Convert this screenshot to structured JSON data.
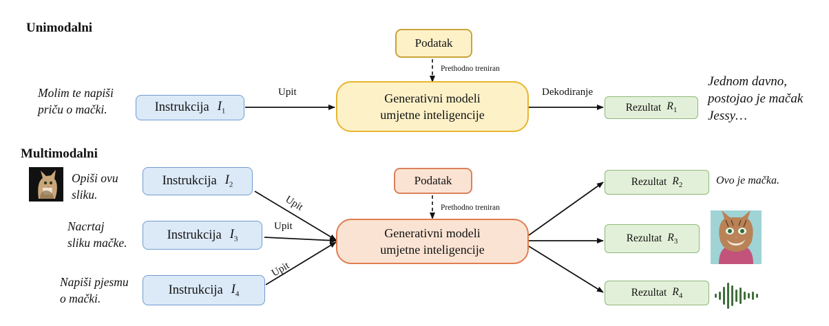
{
  "uni": {
    "title": "Unimodalni",
    "prompt_lines": [
      "Molim te napiši",
      "priču o mački."
    ],
    "instruction": {
      "label": "Instrukcija",
      "symbol": "I",
      "index": "1"
    },
    "query_label": "Upit",
    "data_label": "Podatak",
    "pretrained_label": "Prethodno treniran",
    "model_lines": [
      "Generativni modeli",
      "umjetne inteligencije"
    ],
    "decode_label": "Dekodiranje",
    "result": {
      "label": "Rezultat",
      "symbol": "R",
      "index": "1"
    },
    "output_lines": [
      "Jednom davno,",
      "postojao je mačak",
      "Jessy…"
    ]
  },
  "multi": {
    "title": "Multimodalni",
    "prompts": [
      {
        "lines": [
          "Opiši ovu",
          "sliku."
        ]
      },
      {
        "lines": [
          "Nacrtaj",
          "sliku mačke."
        ]
      },
      {
        "lines": [
          "Napiši pjesmu",
          "o mački."
        ]
      }
    ],
    "instructions": [
      {
        "label": "Instrukcija",
        "symbol": "I",
        "index": "2"
      },
      {
        "label": "Instrukcija",
        "symbol": "I",
        "index": "3"
      },
      {
        "label": "Instrukcija",
        "symbol": "I",
        "index": "4"
      }
    ],
    "query_labels": [
      "Upit",
      "Upit",
      "Upit"
    ],
    "data_label": "Podatak",
    "pretrained_label": "Prethodno treniran",
    "model_lines": [
      "Generativni modeli",
      "umjetne inteligencije"
    ],
    "results": [
      {
        "label": "Rezultat",
        "symbol": "R",
        "index": "2"
      },
      {
        "label": "Rezultat",
        "symbol": "R",
        "index": "3"
      },
      {
        "label": "Rezultat",
        "symbol": "R",
        "index": "4"
      }
    ],
    "output_text": "Ovo je mačka."
  },
  "icons": {
    "input_image": "cat-photo-icon",
    "output_image": "cat-illustration-icon",
    "output_audio": "audio-waveform-icon"
  },
  "colors": {
    "instruction_fill": "#dce9f7",
    "result_fill": "#e3f0d9",
    "uni_model_fill": "#fdf1c8",
    "multi_model_fill": "#fbe3d3"
  }
}
